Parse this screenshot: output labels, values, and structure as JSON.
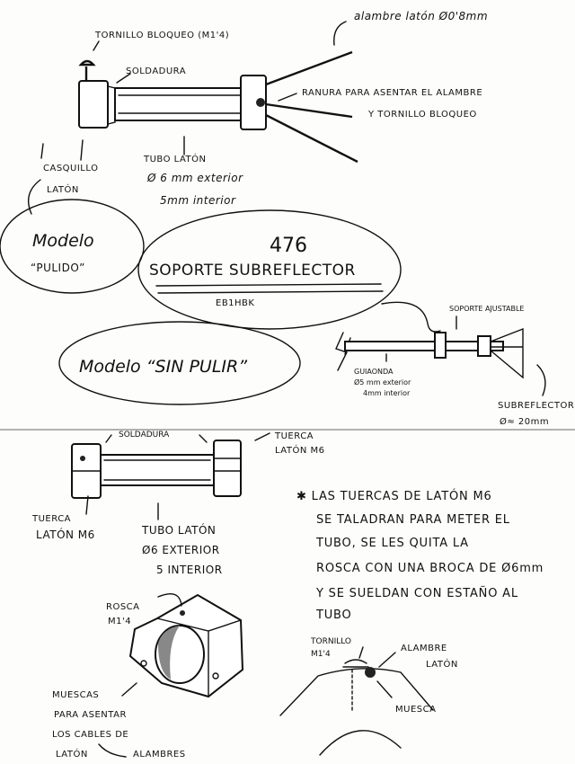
{
  "top_assembly": {
    "screw_label": "TORNILLO BLOQUEO (M1'4)",
    "wire_label": "alambre latón Ø0'8mm",
    "solder_label": "SOLDADURA",
    "groove_label_1": "RANURA PARA ASENTAR EL ALAMBRE",
    "groove_label_2": "Y TORNILLO BLOQUEO",
    "bushing_label_1": "CASQUILLO",
    "bushing_label_2": "LATÓN",
    "tube_label_1": "TUBO LATÓN",
    "tube_label_2": "Ø 6 mm exterior",
    "tube_label_3": "5mm interior"
  },
  "bubbles": {
    "polished_1": "Modelo",
    "polished_2": "“PULIDO”",
    "title_number": "476",
    "title": "SOPORTE SUBREFLECTOR",
    "author": "EB1HBK",
    "unpolished": "Modelo “SIN PULIR”"
  },
  "side_assembly": {
    "support_label": "SOPORTE AJUSTABLE",
    "waveguide_1": "GUIAONDA",
    "waveguide_2": "Ø5 mm exterior",
    "waveguide_3": "4mm interior",
    "subreflector_1": "SUBREFLECTOR",
    "subreflector_2": "Ø≈ 20mm"
  },
  "bottom_assembly": {
    "solder_label": "SOLDADURA",
    "nut_right_1": "TUERCA",
    "nut_right_2": "LATÓN M6",
    "nut_left_1": "TUERCA",
    "nut_left_2": "LATÓN M6",
    "tube_1": "TUBO LATÓN",
    "tube_2": "Ø6 EXTERIOR",
    "tube_3": "5 INTERIOR"
  },
  "note": {
    "lines": [
      "✱ LAS TUERCAS DE LATÓN M6",
      "SE TALADRAN PARA METER EL",
      "TUBO, SE LES QUITA LA",
      "ROSCA CON UNA BROCA DE Ø6mm",
      "Y SE SUELDAN CON ESTAÑO AL",
      "TUBO"
    ]
  },
  "nut_detail": {
    "thread_1": "ROSCA",
    "thread_2": "M1'4",
    "notches_1": "MUESCAS",
    "notches_2": "PARA ASENTAR",
    "notches_3": "LOS CABLES DE",
    "notches_4": "LATÓN",
    "notches_5": "ALAMBRES"
  },
  "section_detail": {
    "screw_1": "TORNILLO",
    "screw_2": "M1'4",
    "wire_1": "ALAMBRE",
    "wire_2": "LATÓN",
    "notch": "MUESCA"
  }
}
